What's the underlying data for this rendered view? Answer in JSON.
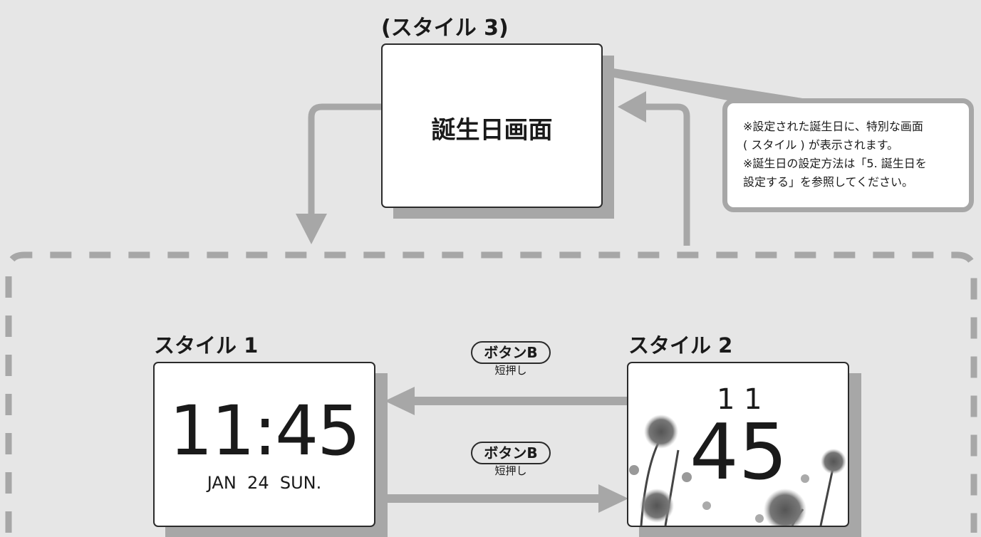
{
  "birthday": {
    "style_title": "(スタイル 3)",
    "screen_label": "誕生日画面"
  },
  "note": {
    "lines": [
      "※設定された誕生日に、特別な画面",
      "( スタイル ) が表示されます。",
      "※誕生日の設定方法は「5. 誕生日を",
      "設定する」を参照してください。"
    ]
  },
  "style1": {
    "title": "スタイル 1",
    "time": "11:45",
    "date": "JAN  24  SUN."
  },
  "style2": {
    "title": "スタイル 2",
    "hour": "1 1",
    "minute": "45"
  },
  "button_top": {
    "label": "ボタンB",
    "action": "短押し"
  },
  "button_bottom": {
    "label": "ボタンB",
    "action": "短押し"
  },
  "colors": {
    "background": "#e6e6e6",
    "arrow": "#a7a7a7",
    "frame": "#2b2b2b"
  }
}
